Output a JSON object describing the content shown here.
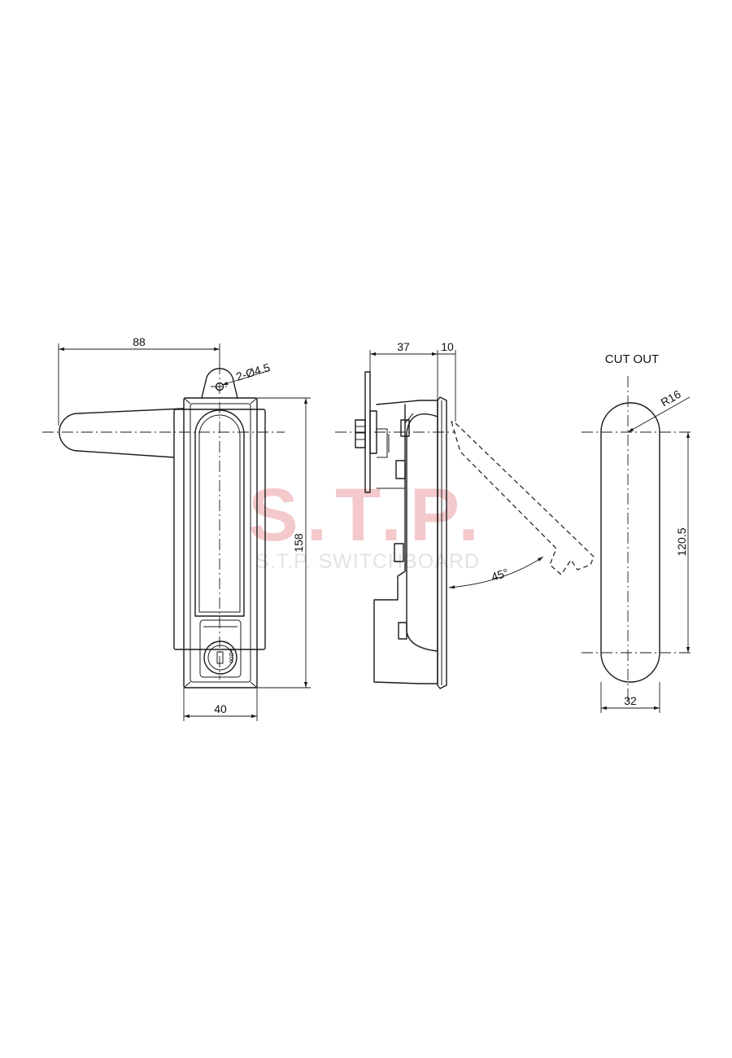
{
  "watermark": {
    "main": "S.T.P.",
    "sub": "S.T.P. SWITCHBOARD",
    "color": "#f4c9cc"
  },
  "front_view": {
    "dim_width_handle": "88",
    "dim_hole": "2-Ø4.5",
    "dim_height": "158",
    "dim_width_body": "40",
    "key_text": "H200"
  },
  "side_view": {
    "dim_depth": "37",
    "dim_flange": "10",
    "dim_angle": "45°"
  },
  "cutout_view": {
    "title": "CUT OUT",
    "dim_radius": "R16",
    "dim_center_distance": "120.5",
    "dim_width": "32"
  }
}
